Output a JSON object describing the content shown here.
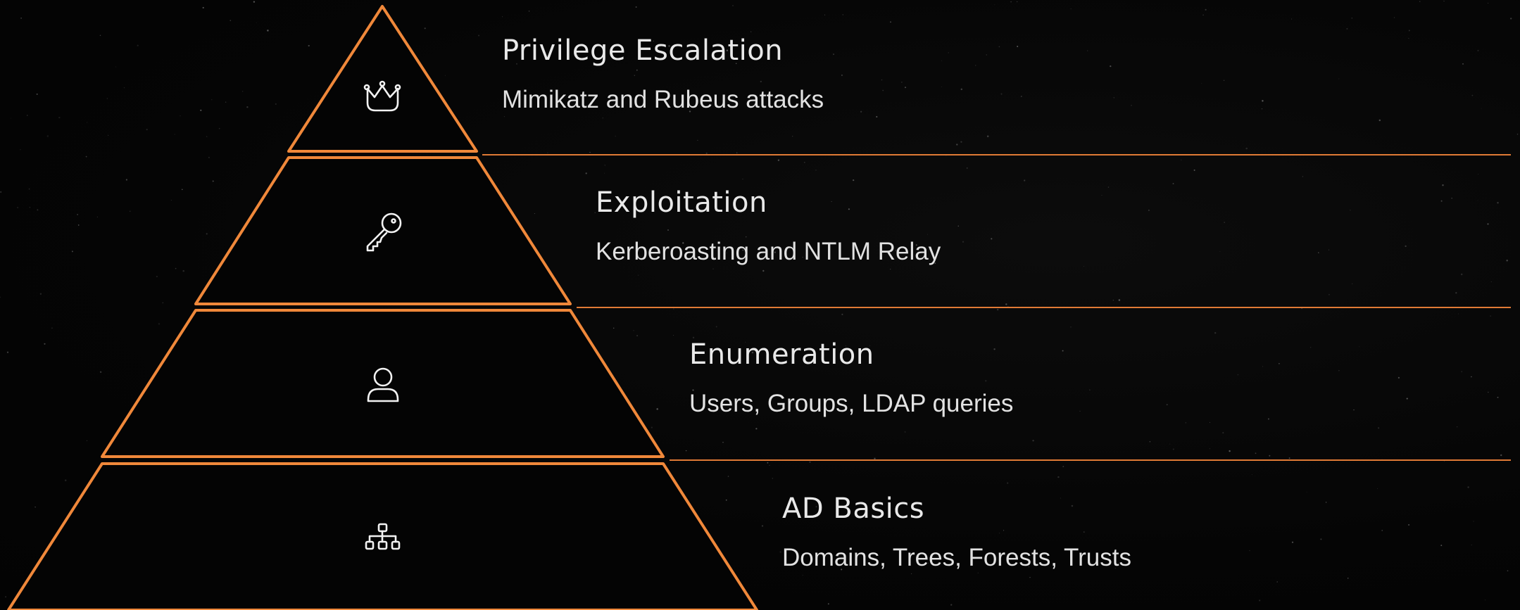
{
  "diagram": {
    "tiers": [
      {
        "id": "privilege-escalation",
        "icon": "crown-icon",
        "title": "Privilege Escalation",
        "description": "Mimikatz and Rubeus attacks"
      },
      {
        "id": "exploitation",
        "icon": "key-icon",
        "title": "Exploitation",
        "description": "Kerberoasting and NTLM Relay"
      },
      {
        "id": "enumeration",
        "icon": "user-icon",
        "title": "Enumeration",
        "description": "Users, Groups, LDAP queries"
      },
      {
        "id": "ad-basics",
        "icon": "hierarchy-icon",
        "title": "AD Basics",
        "description": "Domains, Trees, Forests, Trusts"
      }
    ]
  },
  "colors": {
    "accent": "#f0883a",
    "background": "#050505",
    "text": "#e9e9e9"
  }
}
